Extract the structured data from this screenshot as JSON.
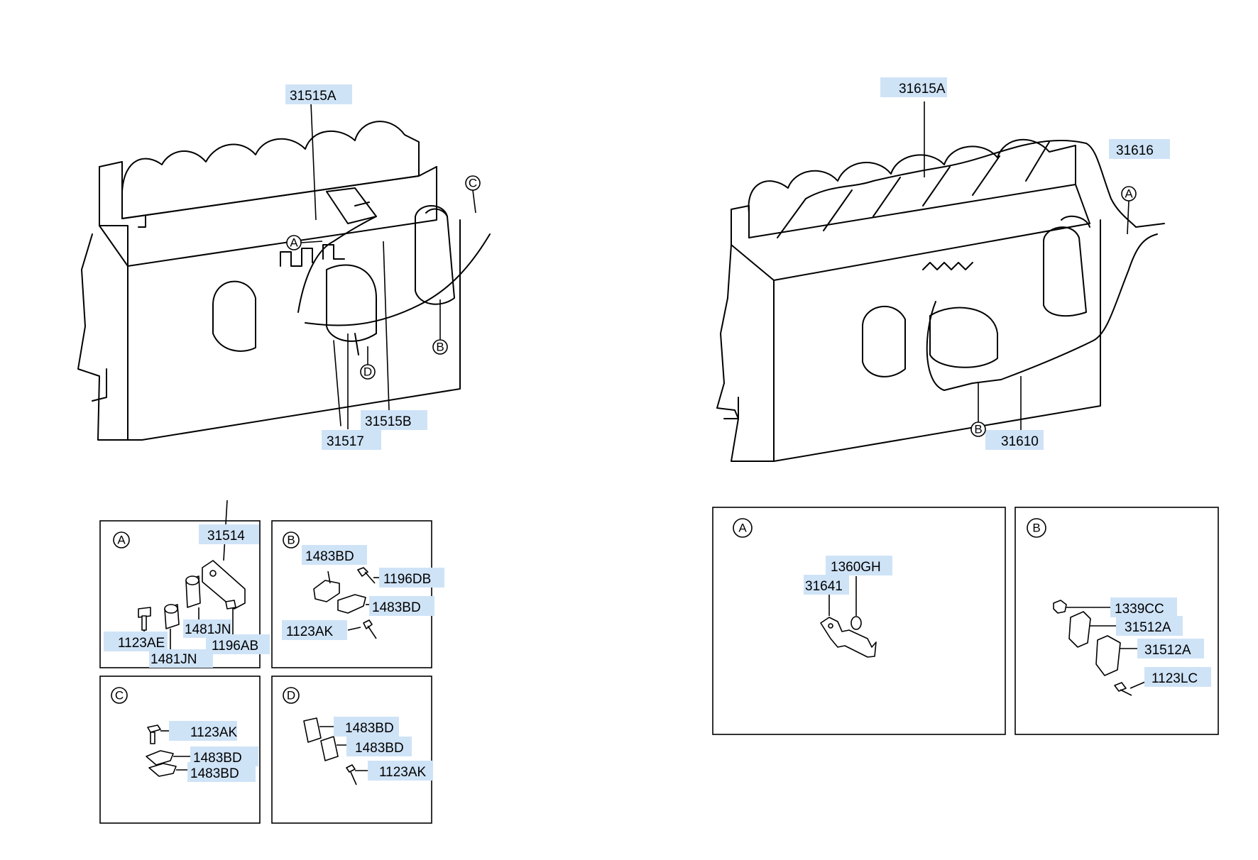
{
  "left_view": {
    "labels": {
      "p31515A": "31515A",
      "p31515B": "31515B",
      "p31517": "31517"
    },
    "callouts": {
      "A": "A",
      "B": "B",
      "C": "C",
      "D": "D"
    }
  },
  "right_view": {
    "labels": {
      "p31615A": "31615A",
      "p31616": "31616",
      "p31610": "31610"
    },
    "callouts": {
      "A": "A",
      "B": "B"
    }
  },
  "detail_left": {
    "A": {
      "tag": "A",
      "labels": {
        "p31514": "31514",
        "p1481JN_a": "1481JN",
        "p1123AE": "1123AE",
        "p1481JN_b": "1481JN",
        "p1196AB": "1196AB"
      }
    },
    "B": {
      "tag": "B",
      "labels": {
        "p1483BD_a": "1483BD",
        "p1196DB": "1196DB",
        "p1483BD_b": "1483BD",
        "p1123AK": "1123AK"
      }
    },
    "C": {
      "tag": "C",
      "labels": {
        "p1123AK": "1123AK",
        "p1483BD_a": "1483BD",
        "p1483BD_b": "1483BD"
      }
    },
    "D": {
      "tag": "D",
      "labels": {
        "p1483BD_a": "1483BD",
        "p1483BD_b": "1483BD",
        "p1123AK": "1123AK"
      }
    }
  },
  "detail_right": {
    "A": {
      "tag": "A",
      "labels": {
        "p1360GH": "1360GH",
        "p31641": "31641"
      }
    },
    "B": {
      "tag": "B",
      "labels": {
        "p1339CC": "1339CC",
        "p31512A_a": "31512A",
        "p31512A_b": "31512A",
        "p1123LC": "1123LC"
      }
    }
  },
  "colors": {
    "label_highlight": "#cfe3f7",
    "line": "#000000"
  }
}
